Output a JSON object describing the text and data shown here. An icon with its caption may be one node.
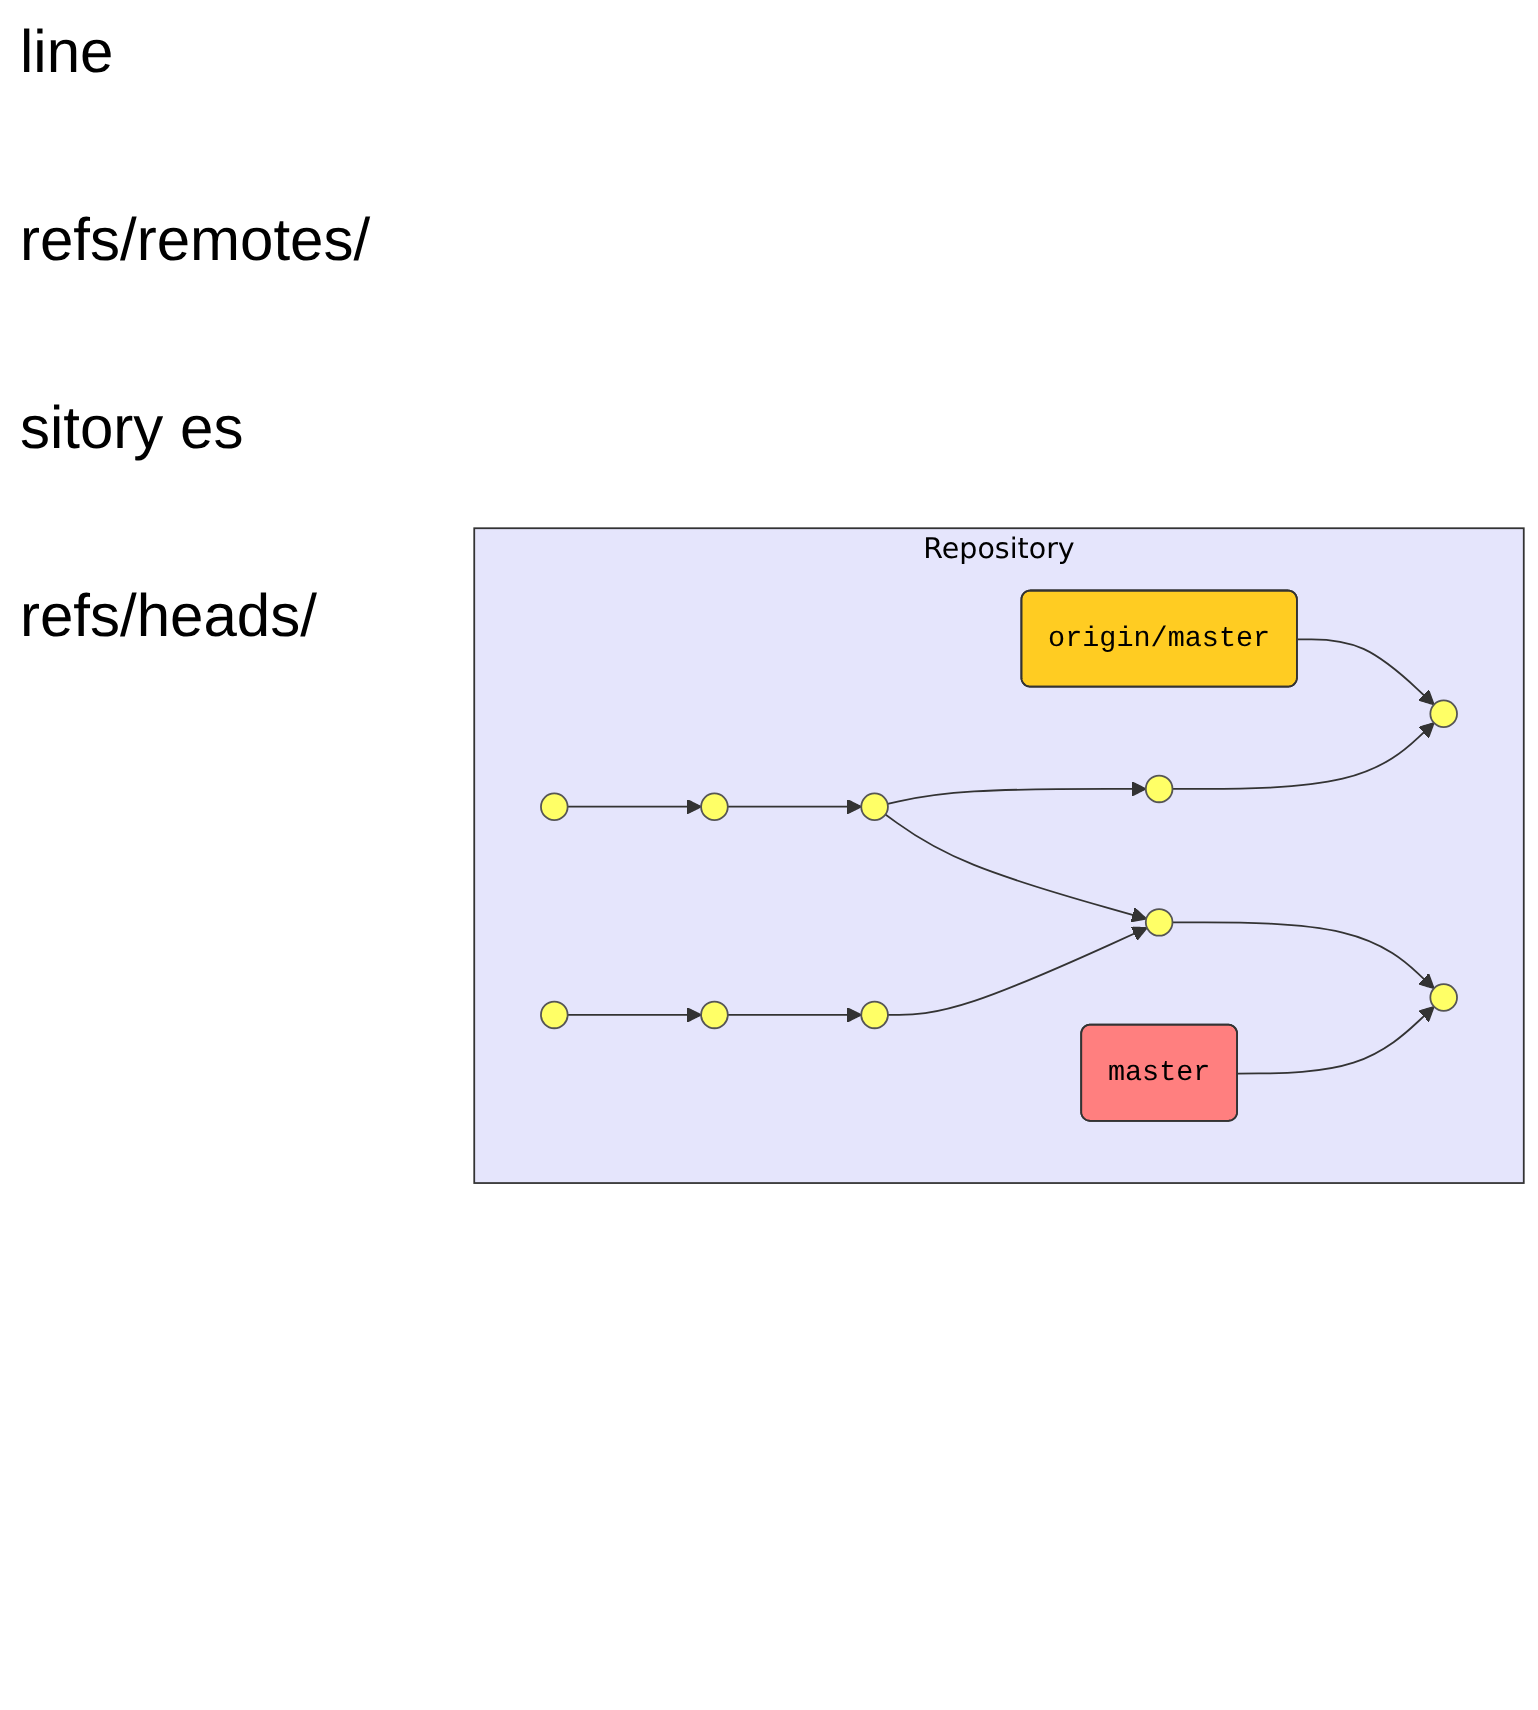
{
  "diagram": {
    "nodes": [
      {
        "text": [
          "Repository"
        ]
      },
      {
        "text": [
          "origin/master"
        ],
        "in": 0
      },
      {
        "text": [],
        "shape": "circle",
        "in": 0
      },
      {
        "text": [],
        "shape": "circle",
        "in": 0
      },
      {
        "text": [],
        "shape": "circle",
        "in": 0
      },
      {
        "text": [],
        "shape": "circle",
        "in": 0
      },
      {
        "text": [],
        "shape": "circle",
        "in": 0
      },
      {
        "text": [],
        "shape": "circle",
        "in": 0
      },
      {
        "text": [],
        "shape": "circle",
        "in": 0
      },
      {
        "text": [],
        "shape": "circle",
        "in": 0
      },
      {
        "text": [],
        "shape": "circle",
        "in": 0
      },
      {
        "text": [],
        "shape": "circle",
        "in": 0
      },
      {
        "text": [
          "master"
        ],
        "in": 0
      }
    ],
    "edges": [
      {
        "from": 1,
        "to": 6,
        "arrow": "to"
      },
      {
        "from": 2,
        "to": 3,
        "arrow": "to"
      },
      {
        "from": 3,
        "to": 4,
        "arrow": "to"
      },
      {
        "from": 4,
        "to": 5,
        "arrow": "to"
      },
      {
        "from": 5,
        "to": 6,
        "arrow": "to"
      },
      {
        "from": 4,
        "to": 10,
        "arrow": "to"
      },
      {
        "from": 7,
        "to": 8,
        "arrow": "to"
      },
      {
        "from": 8,
        "to": 9,
        "arrow": "to"
      },
      {
        "from": 9,
        "to": 10,
        "arrow": "to"
      },
      {
        "from": 10,
        "to": 11,
        "arrow": "to"
      },
      {
        "from": 12,
        "to": 11,
        "arrow": "to"
      }
    ],
    "labels": [
      "line",
      "refs/remotes/",
      "sitory es",
      "refs/heads/"
    ]
  }
}
